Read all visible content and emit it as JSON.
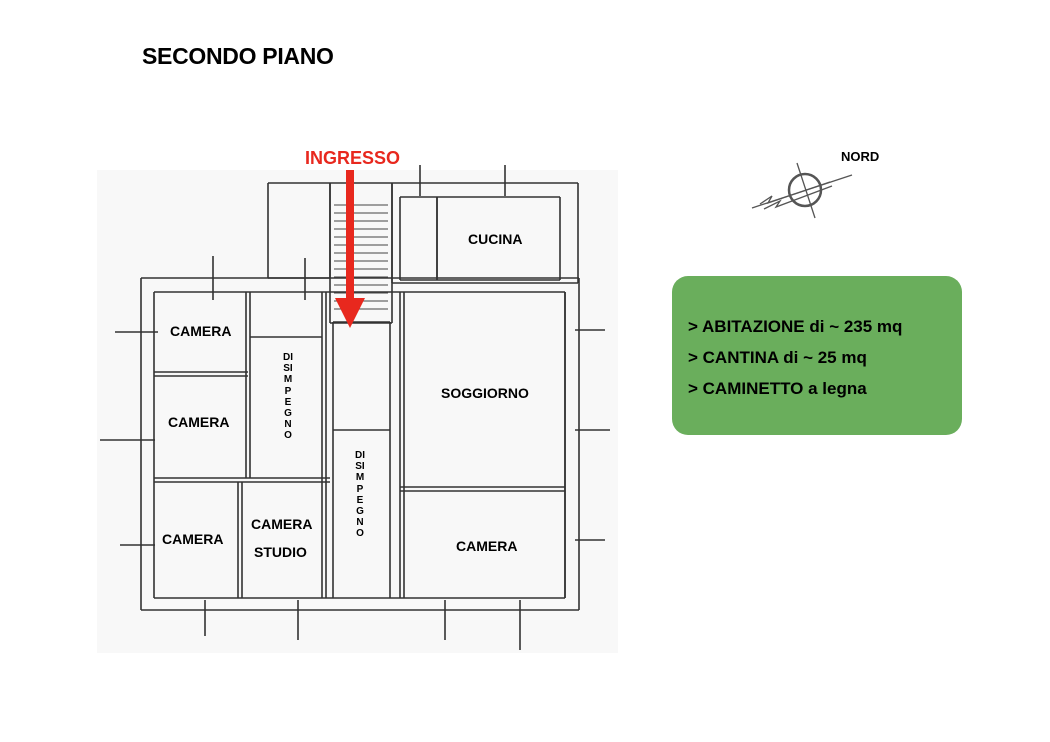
{
  "title": "SECONDO PIANO",
  "entrance_label": "INGRESSO",
  "compass_label": "NORD",
  "rooms": {
    "cucina": "CUCINA",
    "camera_1": "CAMERA",
    "camera_2": "CAMERA",
    "camera_3": "CAMERA",
    "camera_studio_line1": "CAMERA",
    "camera_studio_line2": "STUDIO",
    "soggiorno": "SOGGIORNO",
    "camera_4": "CAMERA",
    "disimpegno_1": "DISIMPEGNO",
    "disimpegno_2": "DISIMPEGNO"
  },
  "features": [
    "> ABITAZIONE di ~ 235 mq",
    "> CANTINA di ~ 25 mq",
    "> CAMINETTO a legna"
  ],
  "colors": {
    "entrance": "#e8281e",
    "info_box": "#6aae5c"
  }
}
